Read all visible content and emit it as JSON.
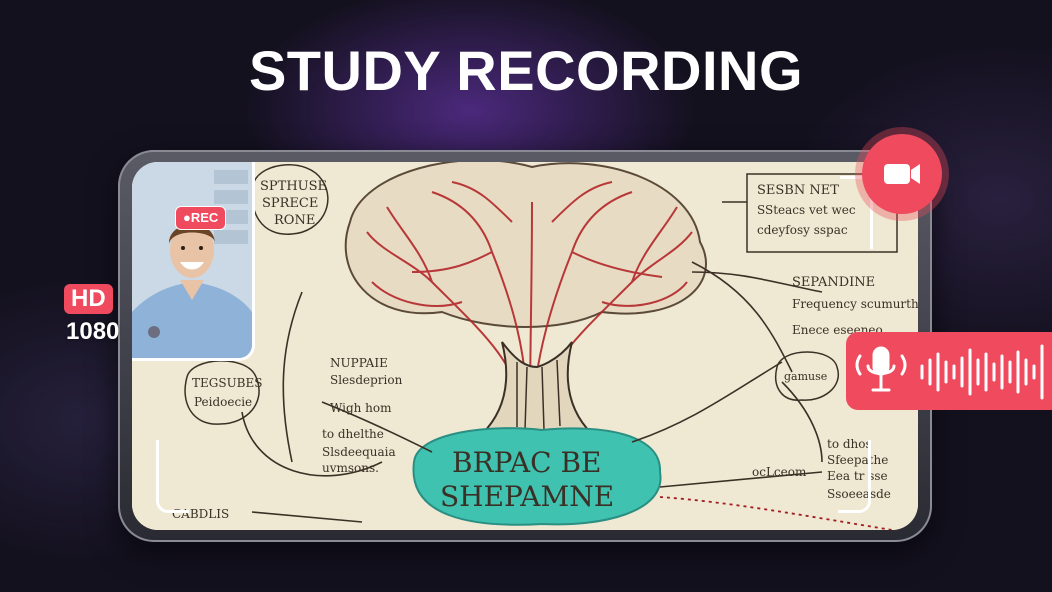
{
  "page": {
    "title": "STUDY RECORDING"
  },
  "recording": {
    "rec_label": "REC",
    "quality_label": "HD",
    "resolution_label": "1080"
  },
  "colors": {
    "accent": "#ef4a5d",
    "background": "#14111f",
    "paper": "#efe8d2",
    "center_bubble": "#3fc2b0"
  },
  "icons": {
    "video": "video-camera-icon",
    "mic": "microphone-icon",
    "waveform": "audio-waveform-icon"
  },
  "mindmap": {
    "center_line1": "BRPAC BE",
    "center_line2": "SHEPAMNE",
    "top_left_note": [
      "SPTHUSE",
      "SPRECE",
      "RONE"
    ],
    "top_right_note": [
      "SESBN NET",
      "SSteacs vet wec",
      "cdeyfosy sspac"
    ],
    "right_note": [
      "SEPANDINE",
      "Frequency scumurthe",
      "Enece eseeneo"
    ],
    "right_bubble": "gamuse",
    "left_mid_note": [
      "NUPPAIE",
      "Slesdeprion",
      "Wigh hom",
      "to dhelthe",
      "Slsdeequaia",
      "uvmsons."
    ],
    "left_bubble": [
      "TEGSUBES",
      "Peidoecie"
    ],
    "bottom_right_note": [
      "to dhos",
      "Sfeepathe",
      "Eea tr sse",
      "ocLceom",
      "Ssoeeasde"
    ],
    "bottom_left_note": "CABDLIS"
  }
}
